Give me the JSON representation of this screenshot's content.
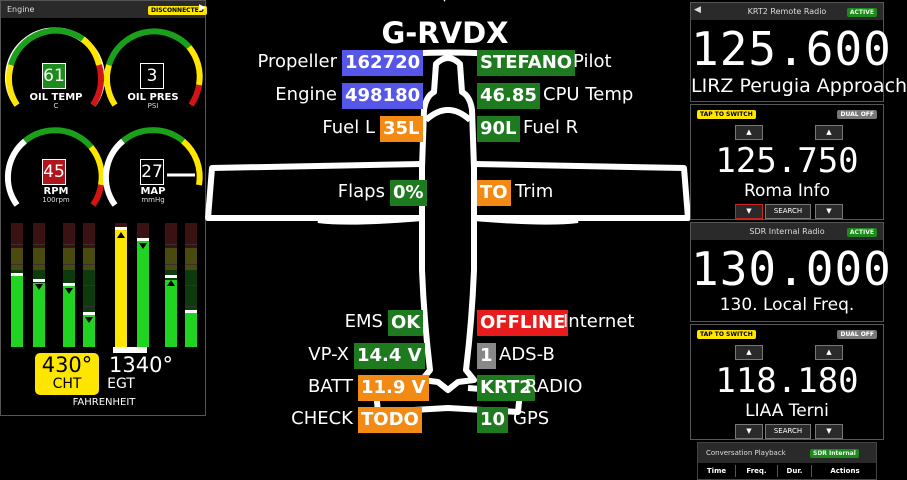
{
  "engine_panel": {
    "title": "Engine",
    "status_badge": "DISCONNECTED",
    "gauges": [
      {
        "label": "OIL TEMP",
        "unit": "C",
        "value": "61",
        "value_bg": "#1e8a1e"
      },
      {
        "label": "OIL PRES",
        "unit": "PSI",
        "value": "3",
        "value_bg": "#000000"
      },
      {
        "label": "RPM",
        "unit": "100rpm",
        "value": "45",
        "value_bg": "#b0141c"
      },
      {
        "label": "MAP",
        "unit": "mmHg",
        "value": "27",
        "value_bg": "#000000"
      }
    ],
    "cht_value": "430°",
    "cht_label": "CHT",
    "egt_value": "1340°",
    "egt_label": "EGT",
    "units_label": "FAHRENHEIT"
  },
  "center": {
    "registration": "G-RVDX",
    "rows": [
      {
        "label": "Propeller",
        "value": "162720",
        "color": "blue"
      },
      {
        "label": "Pilot",
        "value": "STEFANO",
        "color": "green"
      },
      {
        "label": "Engine",
        "value": "498180",
        "color": "blue"
      },
      {
        "label": "CPU Temp",
        "value": "46.85",
        "color": "green"
      },
      {
        "label": "Fuel L",
        "value": "35L",
        "color": "orange"
      },
      {
        "label": "Fuel R",
        "value": "90L",
        "color": "green"
      },
      {
        "label": "Flaps",
        "value": "0%",
        "color": "green"
      },
      {
        "label": "Trim",
        "value": "TO",
        "color": "orange"
      },
      {
        "label": "EMS",
        "value": "OK",
        "color": "green"
      },
      {
        "label": "Internet",
        "value": "OFFLINE",
        "color": "red"
      },
      {
        "label": "VP-X",
        "value": "14.4 V",
        "color": "green"
      },
      {
        "label": "ADS-B",
        "value": "1",
        "color": "grey"
      },
      {
        "label": "BATT",
        "value": "11.9 V",
        "color": "orange"
      },
      {
        "label": "RADIO",
        "value": "KRT2",
        "color": "green"
      },
      {
        "label": "CHECK",
        "value": "TODO",
        "color": "orange"
      },
      {
        "label": "GPS",
        "value": "10",
        "color": "green"
      }
    ]
  },
  "radio_krt2": {
    "title": "KRT2 Remote Radio",
    "status": "ACTIVE",
    "active_freq": "125.600",
    "active_station": "LIRZ Perugia Approach",
    "tap_label": "TAP TO SWITCH",
    "dual_label": "DUAL OFF",
    "standby_freq": "125.750",
    "standby_station": "Roma Info",
    "search_label": "SEARCH"
  },
  "radio_sdr": {
    "title": "SDR Internal Radio",
    "status": "ACTIVE",
    "active_freq": "130.000",
    "active_station": "130. Local Freq.",
    "tap_label": "TAP TO SWITCH",
    "dual_label": "DUAL OFF",
    "standby_freq": "118.180",
    "standby_station": "LIAA Terni",
    "search_label": "SEARCH"
  },
  "playback": {
    "title": "Conversation Playback",
    "source_badge": "SDR Internal",
    "columns": [
      "Time",
      "Freq.",
      "Dur.",
      "Actions"
    ]
  },
  "icons": {
    "arrow_up": "▲",
    "arrow_down": "▼",
    "collapse": "▶",
    "caret": "▾"
  },
  "colors": {
    "blue": "#5656e8",
    "green": "#1e7a1e",
    "orange": "#f28a14",
    "red": "#e81c1c",
    "grey": "#888888",
    "yellow": "#ffe600"
  },
  "bars": {
    "levels": [
      0.58,
      0.52,
      0.5,
      0.26,
      0.95,
      0.86,
      0.54,
      0.3
    ],
    "markers": [
      0.6,
      0.55,
      0.52,
      0.28,
      0.97,
      0.88,
      0.58,
      0.3
    ]
  }
}
